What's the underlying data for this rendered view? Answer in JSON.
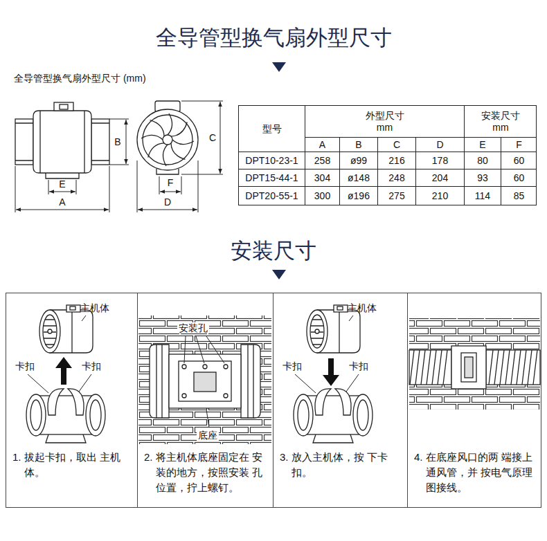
{
  "diagram": {
    "title": "全导管型换气扇外型尺寸",
    "nodes": [
      {
        "text": [
          "1. 拔起卡扣，取出 主机体。"
        ]
      },
      {
        "text": [
          "2. 将主机体底座固定在 安装的地方，按照安装 孔位置，拧上螺钉。"
        ]
      },
      {
        "text": [
          "3. 放入主机体，按 下卡扣。"
        ]
      },
      {
        "text": [
          "4. 在底座风口的两 端接上通风管，并 按电气原理图接线。"
        ]
      }
    ],
    "labels": [
      "全导管型换气扇外型尺寸 (mm)",
      "B",
      "E",
      "A",
      "C",
      "F",
      "D",
      "型号",
      "外型尺寸 mm",
      "安装尺寸 mm",
      "A",
      "B",
      "C",
      "D",
      "E",
      "F",
      "DPT10-23-1",
      "258",
      "ø99",
      "216",
      "178",
      "80",
      "60",
      "DPT15-44-1",
      "304",
      "ø148",
      "248",
      "204",
      "93",
      "60",
      "DPT20-55-1",
      "300",
      "ø196",
      "275",
      "210",
      "114",
      "85",
      "安装尺寸",
      "主机体",
      "卡扣",
      "卡扣",
      "安装孔",
      "底座",
      "主机体",
      "卡扣",
      "卡扣"
    ]
  }
}
